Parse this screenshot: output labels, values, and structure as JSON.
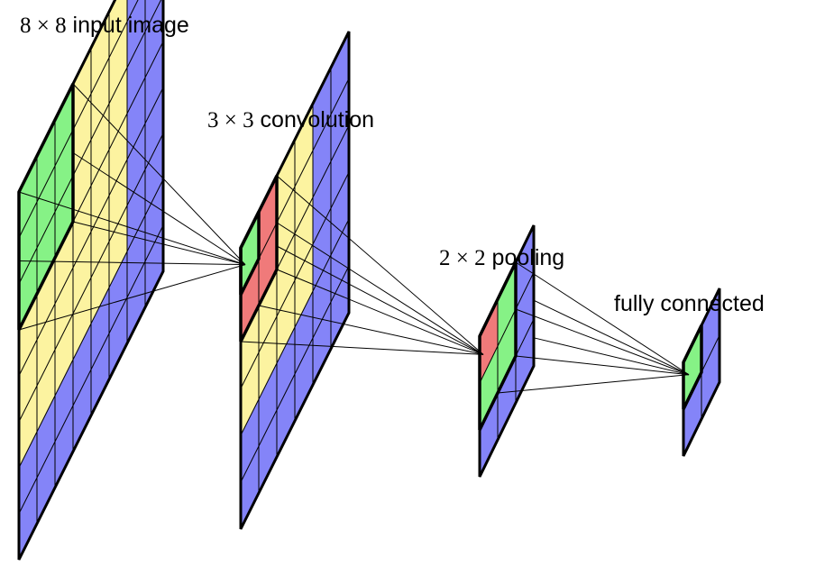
{
  "labels": {
    "input": {
      "math": "8 × 8",
      "text": " input image"
    },
    "conv": {
      "math": "3 × 3",
      "text": " convolution"
    },
    "pool": {
      "math": "2 × 2",
      "text": " pooling"
    },
    "fc": {
      "text": "fully connected"
    }
  },
  "colors": {
    "blue": "#8484f8",
    "yellow": "#fcf3a0",
    "green": "#86f286",
    "red": "#f07a7a",
    "stroke": "#000000"
  },
  "layers": [
    {
      "id": "input",
      "grid": 8,
      "yellow_block": 6,
      "green_block": 3
    },
    {
      "id": "conv",
      "grid": 6,
      "yellow_block": 4,
      "green_block": 2,
      "red_cells": "column 2 rows 1-2, row 3 columns 1-2"
    },
    {
      "id": "pool",
      "grid": 3,
      "green_block": 2,
      "red_cells": "row 1 column 1"
    },
    {
      "id": "fc",
      "grid": 2,
      "green_block": 1
    }
  ]
}
